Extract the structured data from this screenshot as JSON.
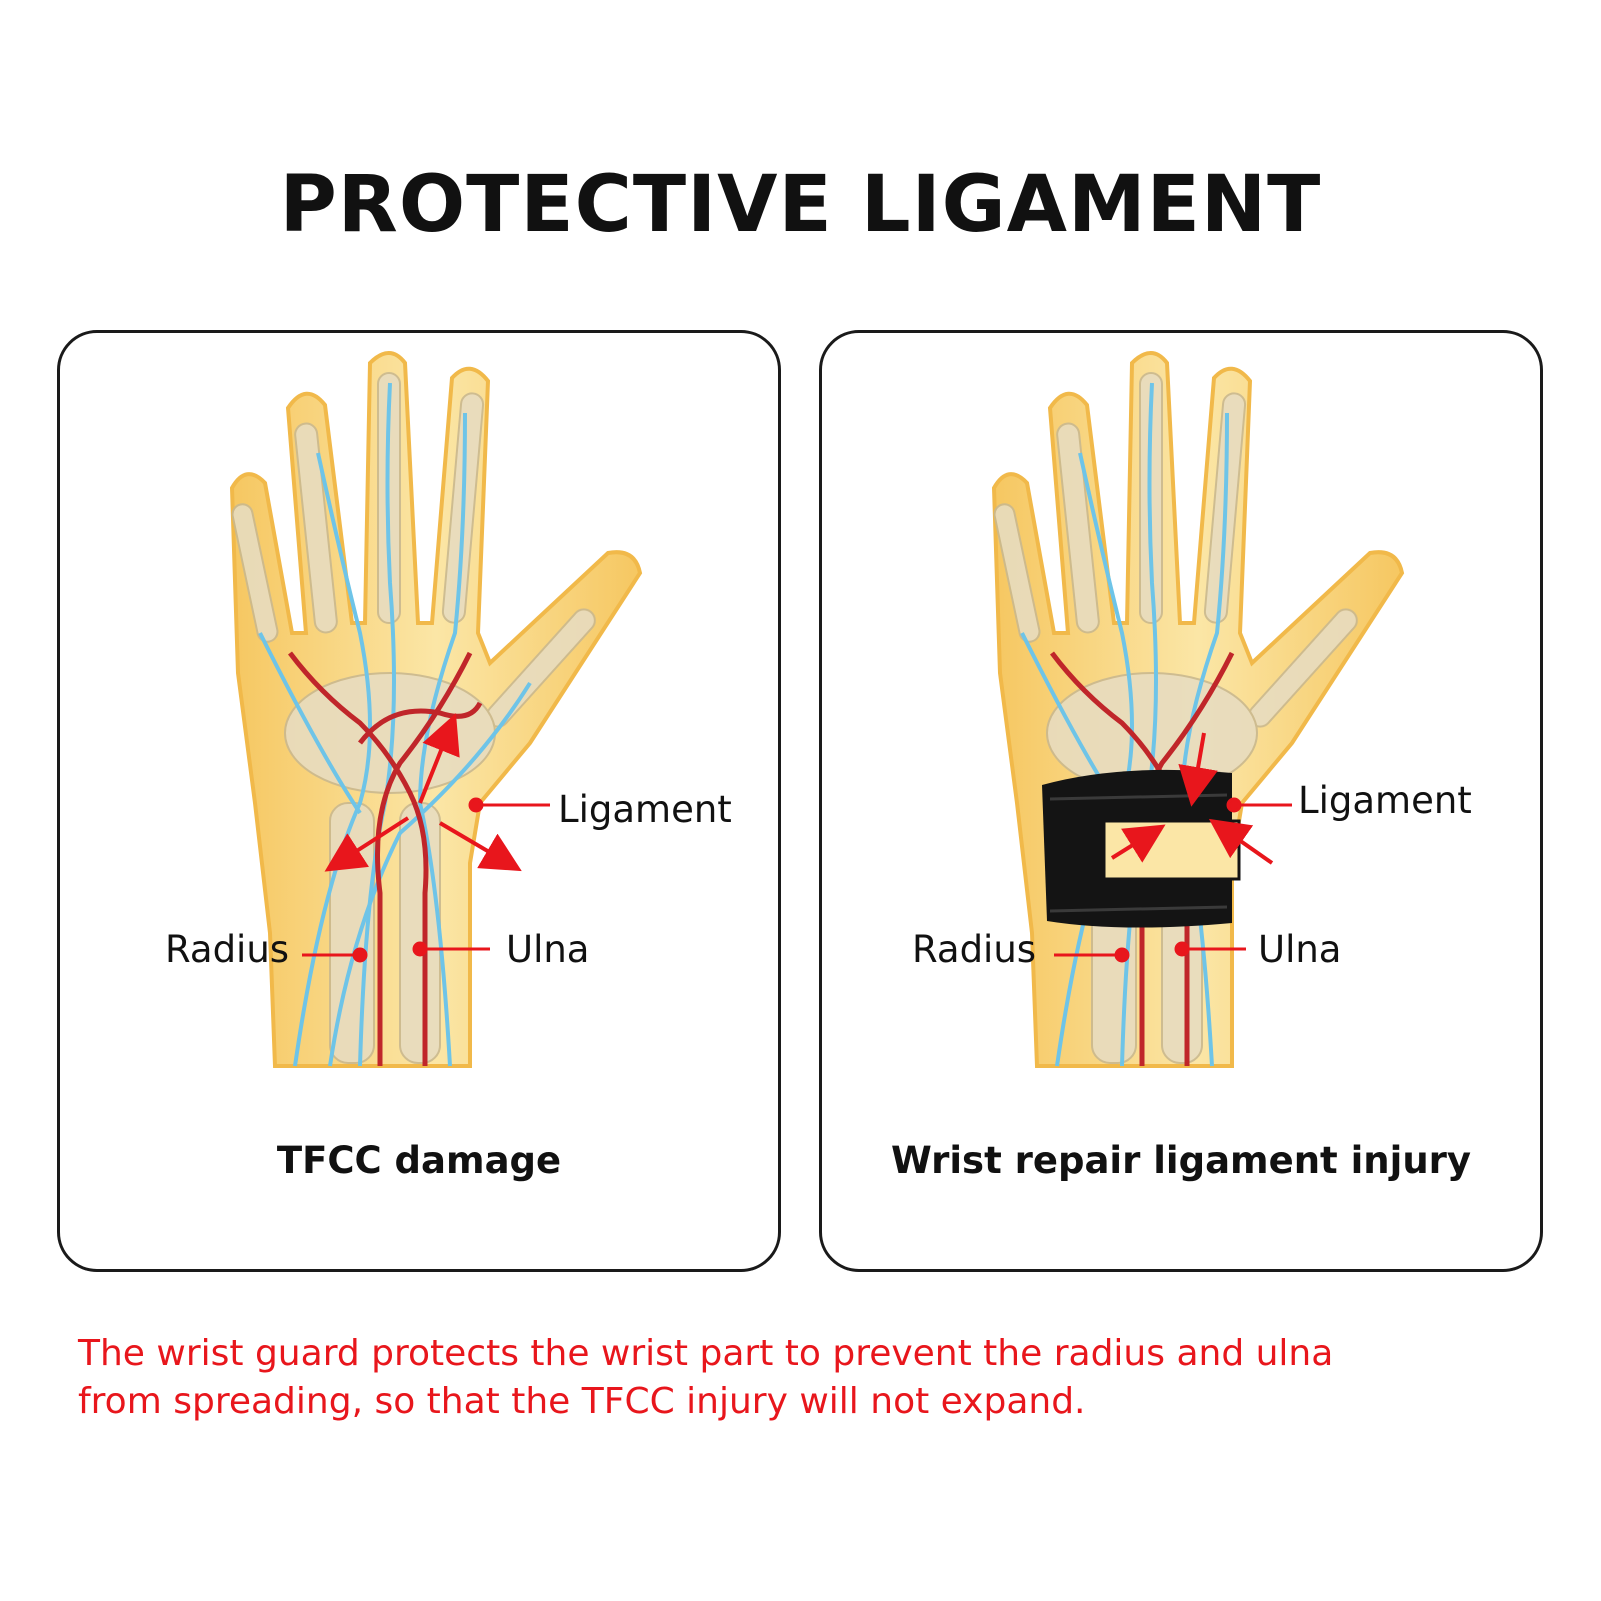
{
  "title": "PROTECTIVE LIGAMENT",
  "panels": [
    {
      "caption": "TFCC damage",
      "labels": {
        "ligament": "Ligament",
        "radius": "Radius",
        "ulna": "Ulna"
      }
    },
    {
      "caption": "Wrist repair ligament injury",
      "labels": {
        "ligament": "Ligament",
        "radius": "Radius",
        "ulna": "Ulna"
      }
    }
  ],
  "note": "The wrist guard protects the wrist part to prevent the radius and ulna from spreading, so that the TFCC injury will not expand.",
  "colors": {
    "accent": "#e8161c",
    "skin": "#f8d98a",
    "bone": "#e7dcc0",
    "vein": "#6ec4e8",
    "artery": "#c0262a",
    "brace": "#111111"
  }
}
